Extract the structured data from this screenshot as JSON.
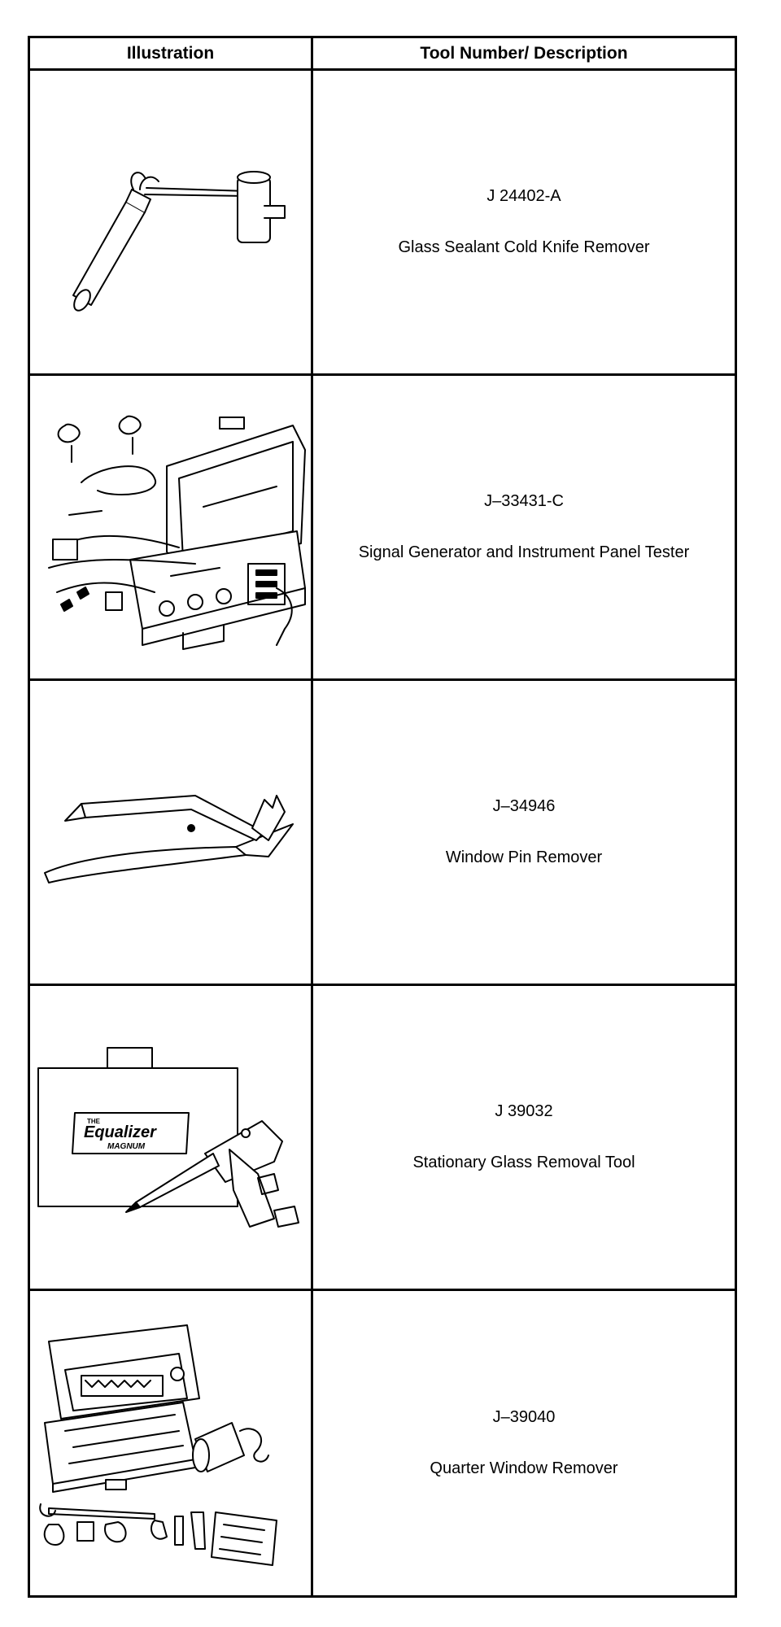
{
  "table": {
    "headers": {
      "illustration": "Illustration",
      "tool": "Tool Number/ Description"
    },
    "rows": [
      {
        "number": "J 24402-A",
        "description": "Glass Sealant Cold Knife Remover",
        "illustration_icon": "cold-knife-icon"
      },
      {
        "number": "J–33431-C",
        "description": "Signal Generator and Instrument Panel Tester",
        "illustration_icon": "signal-generator-kit-icon"
      },
      {
        "number": "J–34946",
        "description": "Window Pin Remover",
        "illustration_icon": "window-pin-remover-icon"
      },
      {
        "number": "J 39032",
        "description": "Stationary Glass Removal Tool",
        "illustration_icon": "glass-removal-tool-icon",
        "logo_text": [
          "THE",
          "Equalizer",
          "MAGNUM"
        ]
      },
      {
        "number": "J–39040",
        "description": "Quarter Window Remover",
        "illustration_icon": "quarter-window-remover-kit-icon"
      }
    ]
  }
}
